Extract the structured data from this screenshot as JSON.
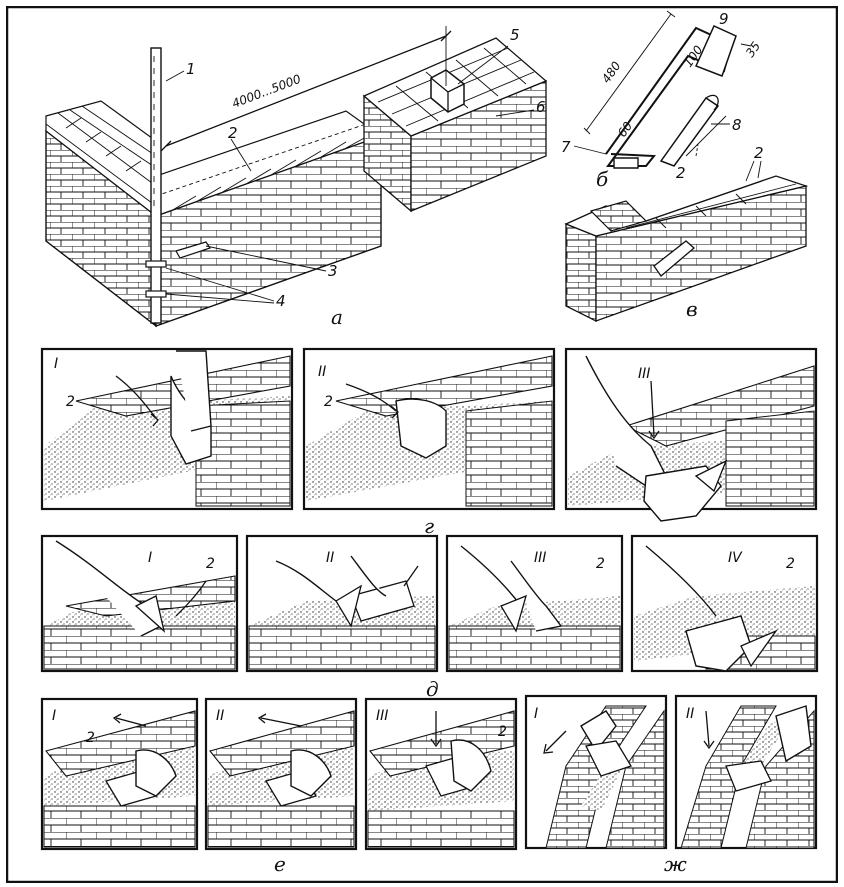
{
  "figure": {
    "parts": {
      "a": {
        "letter": "а",
        "dimension": "4000...5000",
        "callouts": [
          "1",
          "2",
          "3",
          "4",
          "5",
          "6"
        ]
      },
      "b": {
        "letter": "б",
        "dims": [
          "480",
          "100",
          "35",
          "60"
        ],
        "callouts": [
          "7",
          "8",
          "9",
          "2"
        ]
      },
      "v": {
        "letter": "в",
        "callouts": [
          "2"
        ]
      },
      "g": {
        "letter": "г",
        "steps": [
          "I",
          "II",
          "III"
        ],
        "callout": "2"
      },
      "d": {
        "letter": "д",
        "steps": [
          "I",
          "II",
          "III",
          "IV"
        ],
        "callout": "2"
      },
      "e": {
        "letter": "е",
        "steps": [
          "I",
          "II",
          "III"
        ],
        "callout": "2"
      },
      "zh": {
        "letter": "ж",
        "steps": [
          "I",
          "II"
        ]
      }
    }
  }
}
